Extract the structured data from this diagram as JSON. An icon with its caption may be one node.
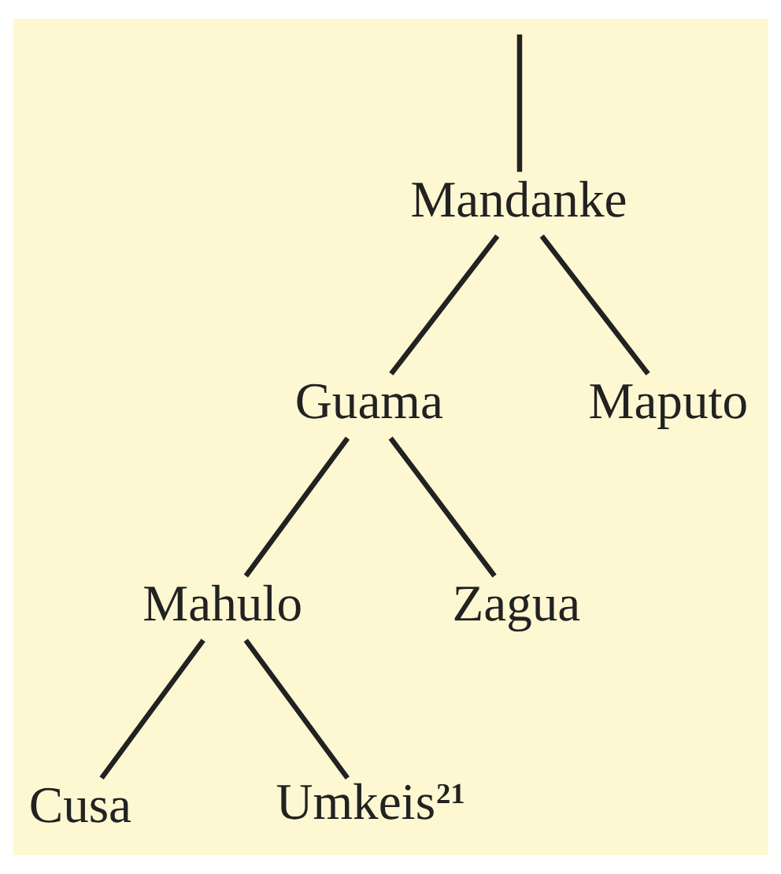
{
  "diagram": {
    "nodes": [
      {
        "text": [
          "Mandanke"
        ]
      },
      {
        "text": [
          "Guama"
        ]
      },
      {
        "text": [
          "Maputo"
        ]
      },
      {
        "text": [
          "Mahulo"
        ]
      },
      {
        "text": [
          "Zagua"
        ]
      },
      {
        "text": [
          "Cusa"
        ]
      },
      {
        "text": [
          "Umkeis$^{21}$"
        ]
      }
    ],
    "edges": [
      {
        "from": null,
        "to": 0,
        "arrow": "none"
      },
      {
        "from": 0,
        "to": 1,
        "arrow": "none"
      },
      {
        "from": 0,
        "to": 2,
        "arrow": "none"
      },
      {
        "from": 1,
        "to": 3,
        "arrow": "none"
      },
      {
        "from": 1,
        "to": 4,
        "arrow": "none"
      },
      {
        "from": 3,
        "to": 5,
        "arrow": "none"
      },
      {
        "from": 3,
        "to": 6,
        "arrow": "none"
      }
    ]
  }
}
